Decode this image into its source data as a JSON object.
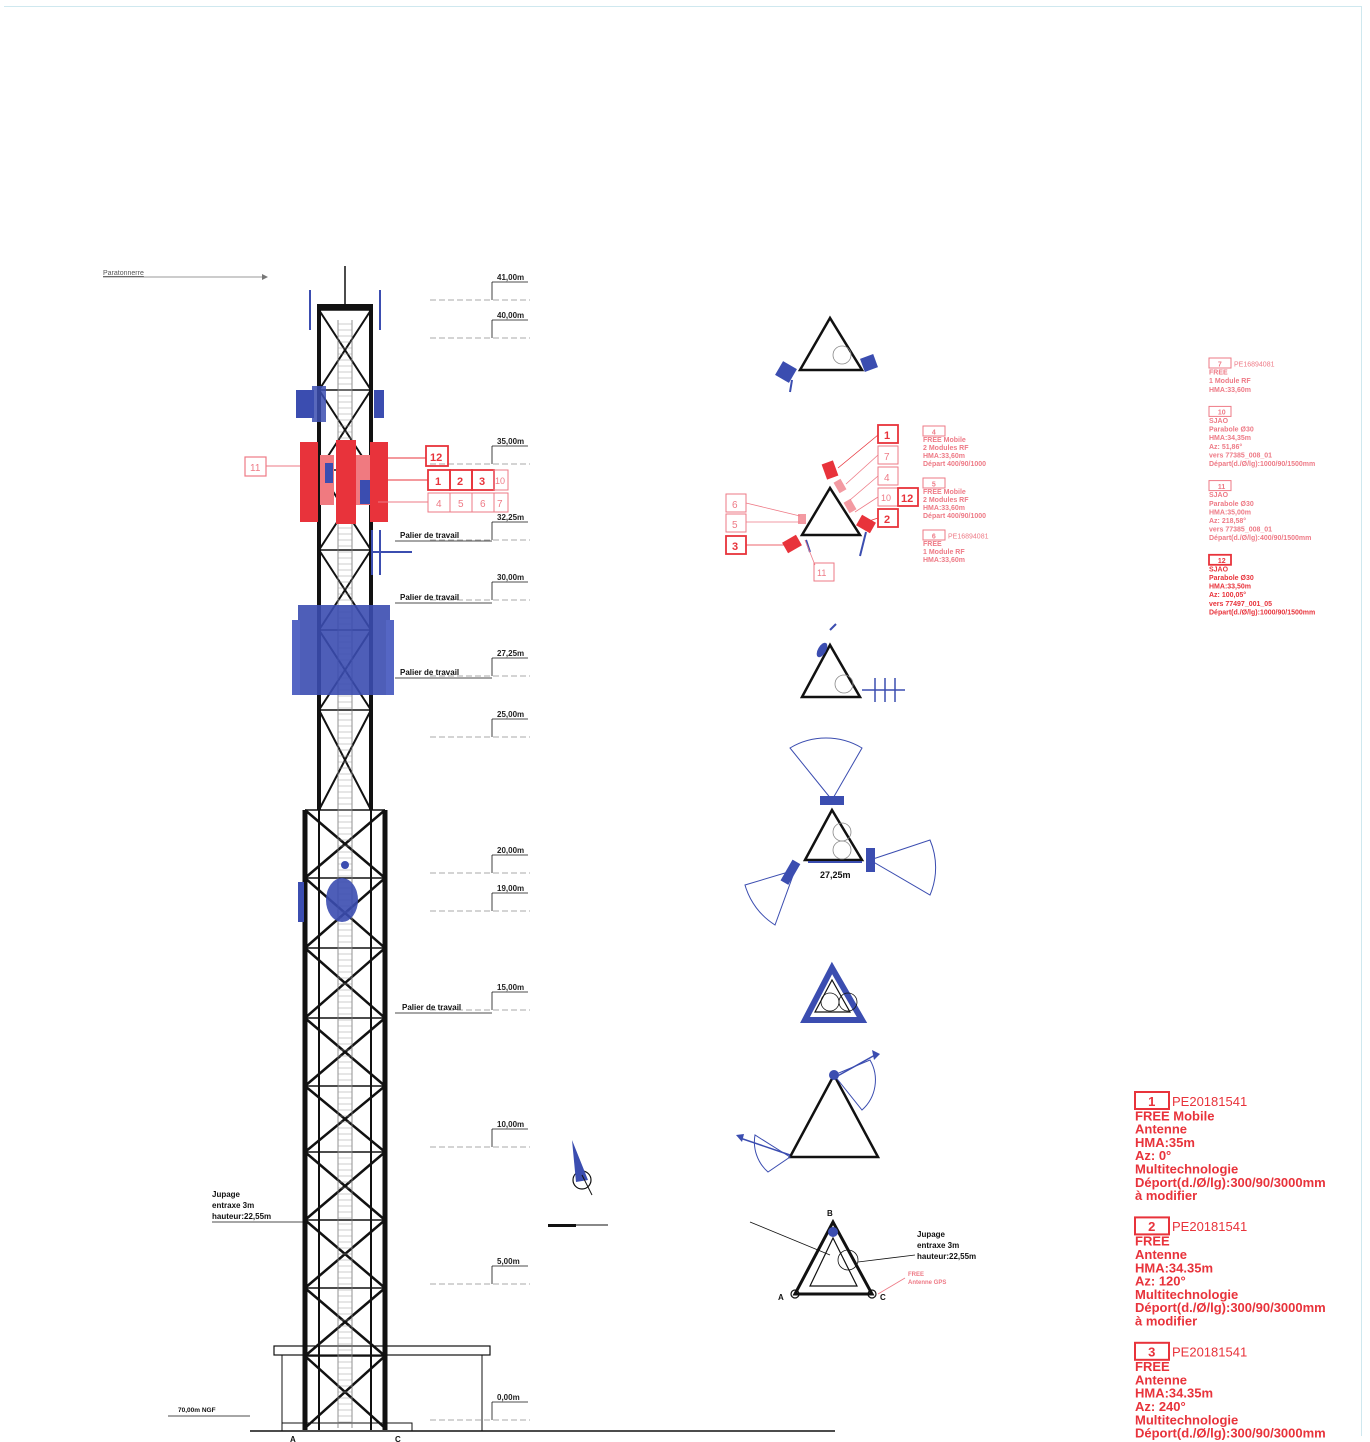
{
  "drawing": {
    "top_label": "Paratonnerre",
    "levels": [
      "41,00m",
      "40,00m",
      "35,00m",
      "32,25m",
      "30,00m",
      "27,25m",
      "25,00m",
      "20,00m",
      "19,00m",
      "15,00m",
      "10,00m",
      "5,00m",
      "0,00m"
    ],
    "platforms": [
      "Palier de travail",
      "Palier de travail",
      "Palier de travail",
      "Palier de travail"
    ],
    "ngf": "70,00m NGF",
    "jupage_left": [
      "Jupage",
      "entraxe 3m",
      "hauteur:22,55m"
    ],
    "jupage_right": [
      "Jupage",
      "entraxe 3m",
      "hauteur:22,55m"
    ],
    "base_points": [
      "A",
      "C"
    ],
    "plan_points": [
      "A",
      "B",
      "C"
    ],
    "plan_height": "27,25m",
    "gps_label": [
      "FREE",
      "Antenne GPS"
    ],
    "sector_boxes": [
      "1",
      "2",
      "3",
      "4",
      "5",
      "6",
      "7",
      "10",
      "11",
      "12"
    ]
  },
  "legend_mid": [
    {
      "num": "4",
      "lines": [
        "FREE Mobile",
        "2 Modules RF",
        "HMA:33,60m",
        "Départ 400/90/1000"
      ]
    },
    {
      "num": "5",
      "lines": [
        "FREE Mobile",
        "2 Modules RF",
        "HMA:33,60m",
        "Départ 400/90/1000"
      ]
    },
    {
      "num": "6",
      "ref": "PE16894081",
      "lines": [
        "FREE",
        "1 Module RF",
        "HMA:33,60m"
      ]
    }
  ],
  "legend_right_top": [
    {
      "num": "7",
      "ref": "PE16894081",
      "lines": [
        "FREE",
        "1 Module RF",
        "HMA:33,60m"
      ]
    },
    {
      "num": "10",
      "lines": [
        "SJAO",
        "Parabole Ø30",
        "HMA:34,35m",
        "Az: 51,86°",
        "vers 77385_008_01",
        "Départ(d./Ø/lg):1000/90/1500mm"
      ]
    },
    {
      "num": "11",
      "lines": [
        "SJAO",
        "Parabole Ø30",
        "HMA:35,00m",
        "Az: 218,58°",
        "vers 77385_008_01",
        "Départ(d./Ø/lg):400/90/1500mm"
      ]
    },
    {
      "num": "12",
      "lines": [
        "SJAO",
        "Parabole Ø30",
        "HMA:33,50m",
        "Az: 100,05°",
        "vers 77497_001_05",
        "Départ(d./Ø/lg):1000/90/1500mm"
      ]
    }
  ],
  "legend_bottom": [
    {
      "num": "1",
      "ref": "PE20181541",
      "lines": [
        "FREE Mobile",
        "Antenne",
        "HMA:35m",
        "Az: 0°",
        "Multitechnologie",
        "Déport(d./Ø/lg):300/90/3000mm",
        "à modifier"
      ]
    },
    {
      "num": "2",
      "ref": "PE20181541",
      "lines": [
        "FREE",
        "Antenne",
        "HMA:34.35m",
        "Az: 120°",
        "Multitechnologie",
        "Déport(d./Ø/lg):300/90/3000mm",
        "à modifier"
      ]
    },
    {
      "num": "3",
      "ref": "PE20181541",
      "lines": [
        "FREE",
        "Antenne",
        "HMA:34.35m",
        "Az: 240°",
        "Multitechnologie",
        "Déport(d./Ø/lg):300/90/3000mm"
      ]
    }
  ]
}
